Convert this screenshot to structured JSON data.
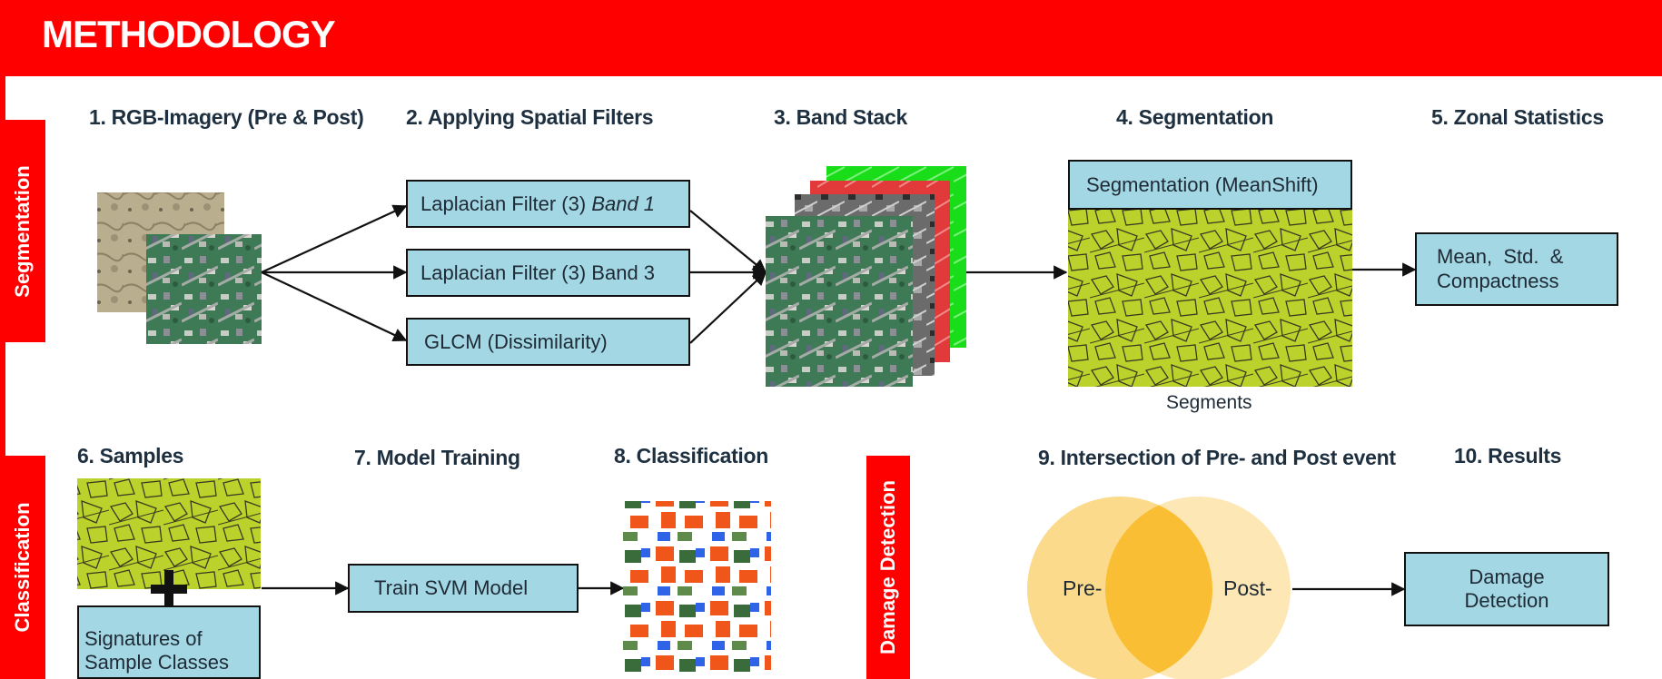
{
  "header": {
    "title": "METHODOLOGY"
  },
  "side_tabs": {
    "segmentation": "Segmentation",
    "classification": "Classification",
    "damage_detection": "Damage Detection"
  },
  "steps": {
    "s1": "1. RGB-Imagery (Pre & Post)",
    "s2": "2. Applying Spatial Filters",
    "s3": "3. Band Stack",
    "s4": "4. Segmentation",
    "s5": "5. Zonal Statistics",
    "s6": "6. Samples",
    "s7": "7. Model Training",
    "s8": "8. Classification",
    "s9": "9. Intersection of Pre- and Post event",
    "s10": "10. Results"
  },
  "boxes": {
    "laplacian1_prefix": "Laplacian Filter (3) ",
    "laplacian1_band": "Band 1",
    "laplacian3": "Laplacian Filter (3) Band 3",
    "glcm": "GLCM (Dissimilarity)",
    "segmentation_meanshift": "Segmentation (MeanShift)",
    "zonal_stats_line1": "Mean,  Std.  &",
    "zonal_stats_line2": "Compactness",
    "train_svm": "Train SVM Model",
    "signatures_line1": "Signatures of",
    "signatures_line2": "Sample Classes",
    "damage_line1": "Damage",
    "damage_line2": "Detection"
  },
  "captions": {
    "segments": "Segments"
  },
  "venn": {
    "pre_label": "Pre-",
    "post_label": "Post-"
  },
  "colors": {
    "header_red": "#ff0000",
    "box_blue": "#a3d7e4",
    "segment_yellow_green": "#bcd22c",
    "venn_pre": "#fbd985",
    "venn_post": "#fde4a8",
    "venn_overlap": "#f9be33"
  }
}
